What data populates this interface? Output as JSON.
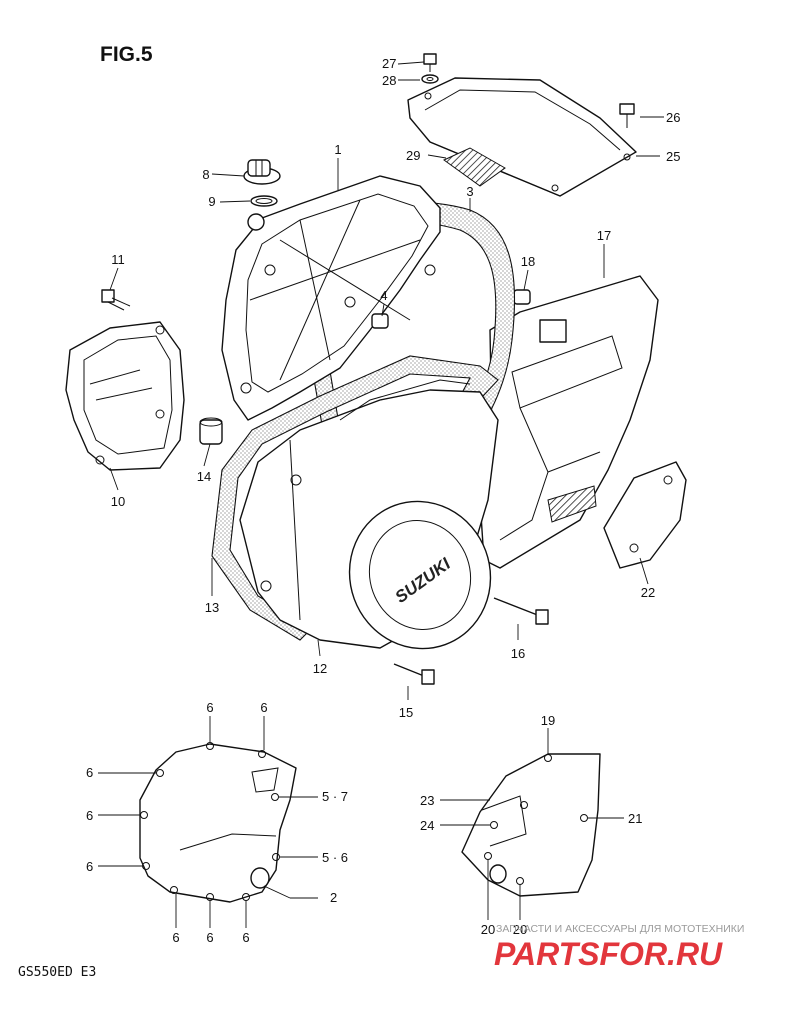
{
  "figure": {
    "title": "FIG.5",
    "model_code": "GS550ED  E3",
    "brand_on_cover": "SUZUKI"
  },
  "callouts": {
    "c1": "1",
    "c2": "2",
    "c3": "3",
    "c4": "4",
    "c5_7": "5 · 7",
    "c5_6": "5 · 6",
    "c6a": "6",
    "c6b": "6",
    "c6c": "6",
    "c6d": "6",
    "c6e": "6",
    "c6f": "6",
    "c6g": "6",
    "c6h": "6",
    "c8": "8",
    "c9": "9",
    "c10": "10",
    "c11": "11",
    "c12": "12",
    "c13": "13",
    "c14": "14",
    "c15": "15",
    "c16": "16",
    "c17": "17",
    "c18": "18",
    "c19": "19",
    "c20a": "20",
    "c20b": "20",
    "c21": "21",
    "c22": "22",
    "c23": "23",
    "c24": "24",
    "c25": "25",
    "c26": "26",
    "c27": "27",
    "c28": "28",
    "c29": "29"
  },
  "watermark": {
    "tagline": "ЗАПЧАСТИ И АКСЕССУАРЫ ДЛЯ МОТОТЕХНИКИ",
    "brand": "PARTSFOR.RU"
  },
  "colors": {
    "ink": "#111111",
    "watermark_red": "#e2363c",
    "watermark_gray": "#9a9a9a"
  }
}
